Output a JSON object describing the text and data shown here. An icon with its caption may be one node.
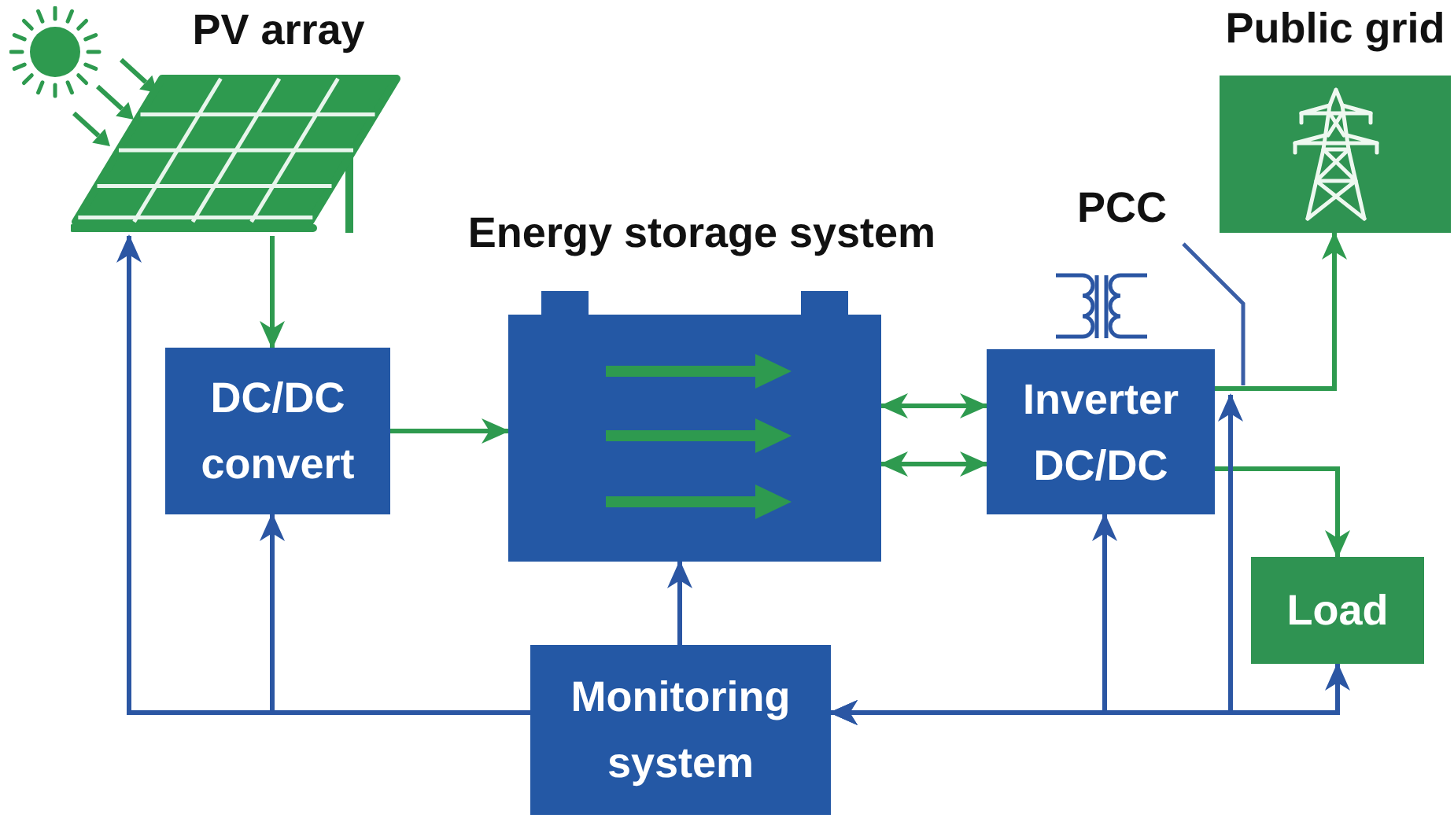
{
  "diagram": {
    "nodes": [
      {
        "text": [
          "PV array"
        ]
      },
      {
        "text": [
          "Public grid"
        ]
      },
      {
        "text": [
          "PCC"
        ]
      },
      {
        "text": [
          "Energy storage system"
        ]
      },
      {
        "text": [
          "DC/DC convert"
        ]
      },
      {
        "text": [
          "Inverter DC/DC"
        ]
      },
      {
        "text": [
          "Load"
        ]
      },
      {
        "text": [
          "Monitoring system"
        ]
      }
    ],
    "edges": [
      {
        "from": 0,
        "to": 4,
        "arrow": "to",
        "color": "#2e9a4f"
      },
      {
        "from": 4,
        "to": 3,
        "arrow": "to",
        "color": "#2e9a4f"
      },
      {
        "from": 3,
        "to": 5,
        "arrow": "both",
        "color": "#2e9a4f"
      },
      {
        "from": 3,
        "to": 5,
        "arrow": "both",
        "color": "#2e9a4f"
      },
      {
        "from": 5,
        "to": 1,
        "arrow": "to",
        "color": "#2e9a4f"
      },
      {
        "from": 5,
        "to": 6,
        "arrow": "to",
        "color": "#2e9a4f"
      },
      {
        "from": 7,
        "to": 0,
        "arrow": "to",
        "color": "#2b56a3"
      },
      {
        "from": 7,
        "to": 4,
        "arrow": "to",
        "color": "#2b56a3"
      },
      {
        "from": 7,
        "to": 3,
        "arrow": "to",
        "color": "#2b56a3"
      },
      {
        "from": 7,
        "to": 5,
        "arrow": "both",
        "color": "#2b56a3"
      },
      {
        "from": 7,
        "to": 2,
        "arrow": "both",
        "color": "#2b56a3"
      },
      {
        "from": 7,
        "to": 6,
        "arrow": "both",
        "color": "#2b56a3"
      }
    ]
  }
}
